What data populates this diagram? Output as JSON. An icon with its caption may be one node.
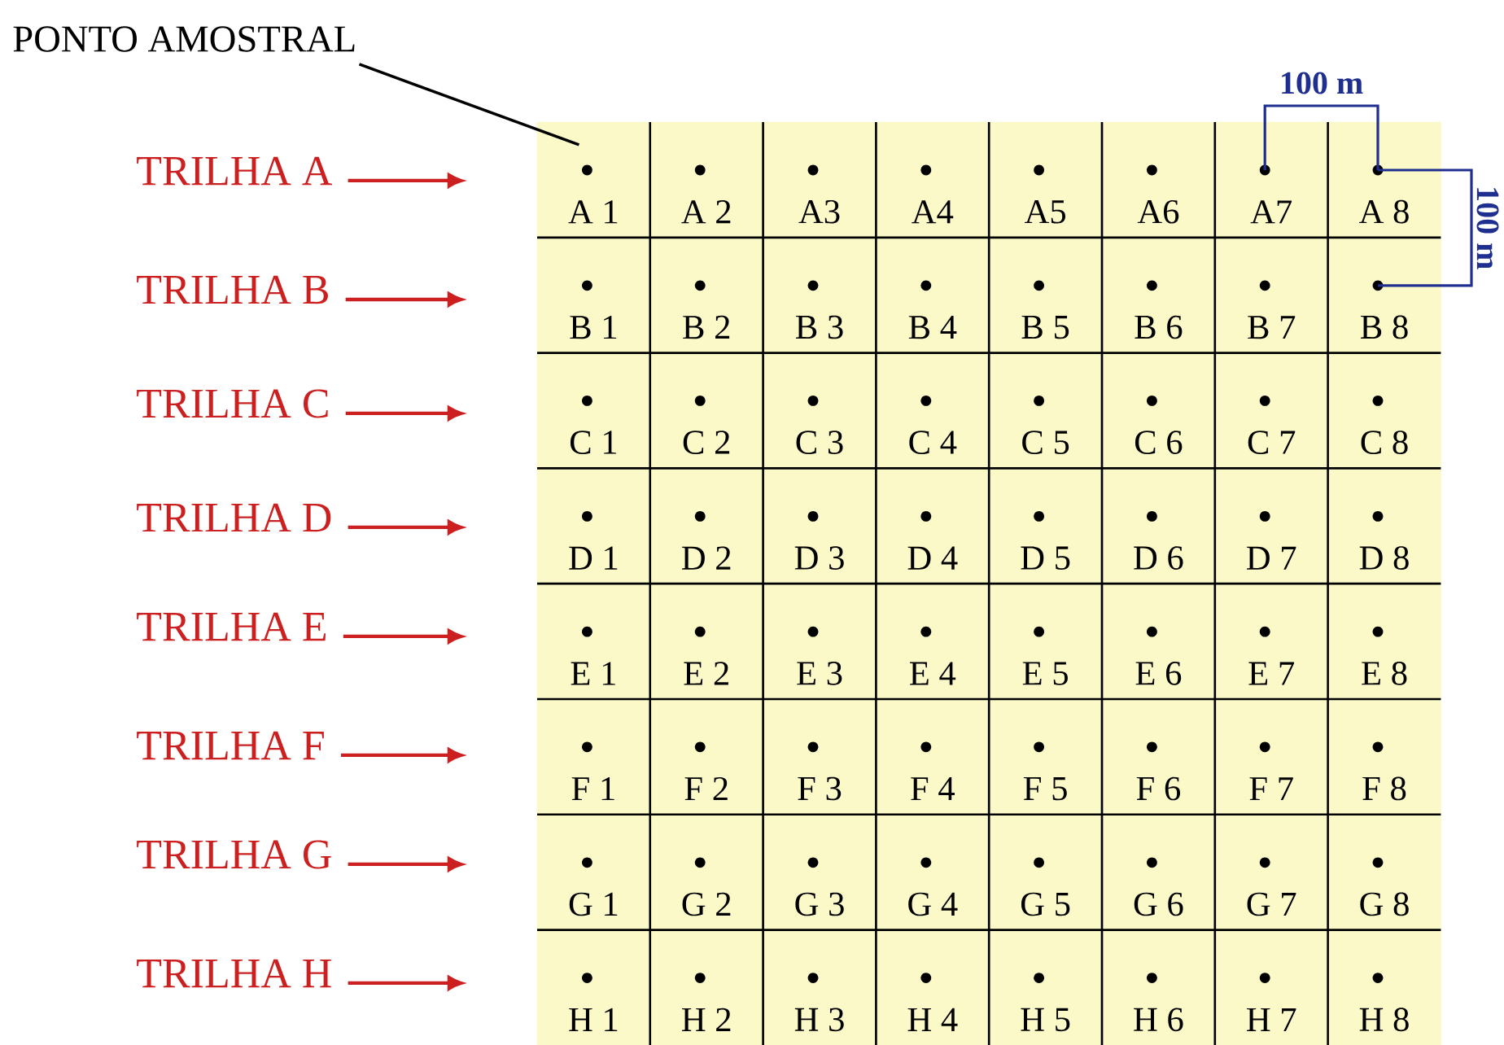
{
  "diagram": {
    "nodes": [
      {
        "text": [
          "PONTO AMOSTRAL"
        ]
      },
      {
        "text": [
          "TRILHA A"
        ]
      },
      {
        "text": [
          "TRILHA B"
        ]
      },
      {
        "text": [
          "TRILHA C"
        ]
      },
      {
        "text": [
          "TRILHA D"
        ]
      },
      {
        "text": [
          "TRILHA E"
        ]
      },
      {
        "text": [
          "TRILHA F"
        ]
      },
      {
        "text": [
          "TRILHA G"
        ]
      },
      {
        "text": [
          "TRILHA H"
        ]
      },
      {
        "text": [
          "A 1"
        ]
      },
      {
        "text": [
          "A 2"
        ]
      },
      {
        "text": [
          "A3"
        ]
      },
      {
        "text": [
          "A4"
        ]
      },
      {
        "text": [
          "A5"
        ]
      },
      {
        "text": [
          "A6"
        ]
      },
      {
        "text": [
          "A7"
        ]
      },
      {
        "text": [
          "A 8"
        ]
      },
      {
        "text": [
          "B 1"
        ]
      },
      {
        "text": [
          "B 2"
        ]
      },
      {
        "text": [
          "B 3"
        ]
      },
      {
        "text": [
          "B 4"
        ]
      },
      {
        "text": [
          "B 5"
        ]
      },
      {
        "text": [
          "B 6"
        ]
      },
      {
        "text": [
          "B 7"
        ]
      },
      {
        "text": [
          "B 8"
        ]
      },
      {
        "text": [
          "C 1"
        ]
      },
      {
        "text": [
          "C 2"
        ]
      },
      {
        "text": [
          "C 3"
        ]
      },
      {
        "text": [
          "C 4"
        ]
      },
      {
        "text": [
          "C 5"
        ]
      },
      {
        "text": [
          "C 6"
        ]
      },
      {
        "text": [
          "C 7"
        ]
      },
      {
        "text": [
          "C 8"
        ]
      },
      {
        "text": [
          "D 1"
        ]
      },
      {
        "text": [
          "D 2"
        ]
      },
      {
        "text": [
          "D 3"
        ]
      },
      {
        "text": [
          "D 4"
        ]
      },
      {
        "text": [
          "D 5"
        ]
      },
      {
        "text": [
          "D 6"
        ]
      },
      {
        "text": [
          "D 7"
        ]
      },
      {
        "text": [
          "D 8"
        ]
      },
      {
        "text": [
          "E 1"
        ]
      },
      {
        "text": [
          "E 2"
        ]
      },
      {
        "text": [
          "E 3"
        ]
      },
      {
        "text": [
          "E 4"
        ]
      },
      {
        "text": [
          "E 5"
        ]
      },
      {
        "text": [
          "E 6"
        ]
      },
      {
        "text": [
          "E 7"
        ]
      },
      {
        "text": [
          "E 8"
        ]
      },
      {
        "text": [
          "F 1"
        ]
      },
      {
        "text": [
          "F 2"
        ]
      },
      {
        "text": [
          "F 3"
        ]
      },
      {
        "text": [
          "F 4"
        ]
      },
      {
        "text": [
          "F 5"
        ]
      },
      {
        "text": [
          "F 6"
        ]
      },
      {
        "text": [
          "F 7"
        ]
      },
      {
        "text": [
          "F 8"
        ]
      },
      {
        "text": [
          "G 1"
        ]
      },
      {
        "text": [
          "G 2"
        ]
      },
      {
        "text": [
          "G 3"
        ]
      },
      {
        "text": [
          "G 4"
        ]
      },
      {
        "text": [
          "G 5"
        ]
      },
      {
        "text": [
          "G 6"
        ]
      },
      {
        "text": [
          "G 7"
        ]
      },
      {
        "text": [
          "G 8"
        ]
      },
      {
        "text": [
          "H 1"
        ]
      },
      {
        "text": [
          "H 2"
        ]
      },
      {
        "text": [
          "H 3"
        ]
      },
      {
        "text": [
          "H 4"
        ]
      },
      {
        "text": [
          "H 5"
        ]
      },
      {
        "text": [
          "H 6"
        ]
      },
      {
        "text": [
          "H 7"
        ]
      },
      {
        "text": [
          "H 8"
        ]
      }
    ],
    "edges": [
      {
        "from": 0,
        "to": 9,
        "arrow": "none",
        "color": "#000000"
      },
      {
        "from": 1,
        "to": 9,
        "arrow": "to"
      },
      {
        "from": 2,
        "to": 17,
        "arrow": "to"
      },
      {
        "from": 3,
        "to": 25,
        "arrow": "to"
      },
      {
        "from": 4,
        "to": 33,
        "arrow": "to"
      },
      {
        "from": 5,
        "to": 41,
        "arrow": "to"
      },
      {
        "from": 6,
        "to": 49,
        "arrow": "to"
      },
      {
        "from": 7,
        "to": 57,
        "arrow": "to"
      },
      {
        "from": 8,
        "to": 65,
        "arrow": "to"
      }
    ],
    "labels": [
      "100 m",
      "100 m"
    ]
  }
}
